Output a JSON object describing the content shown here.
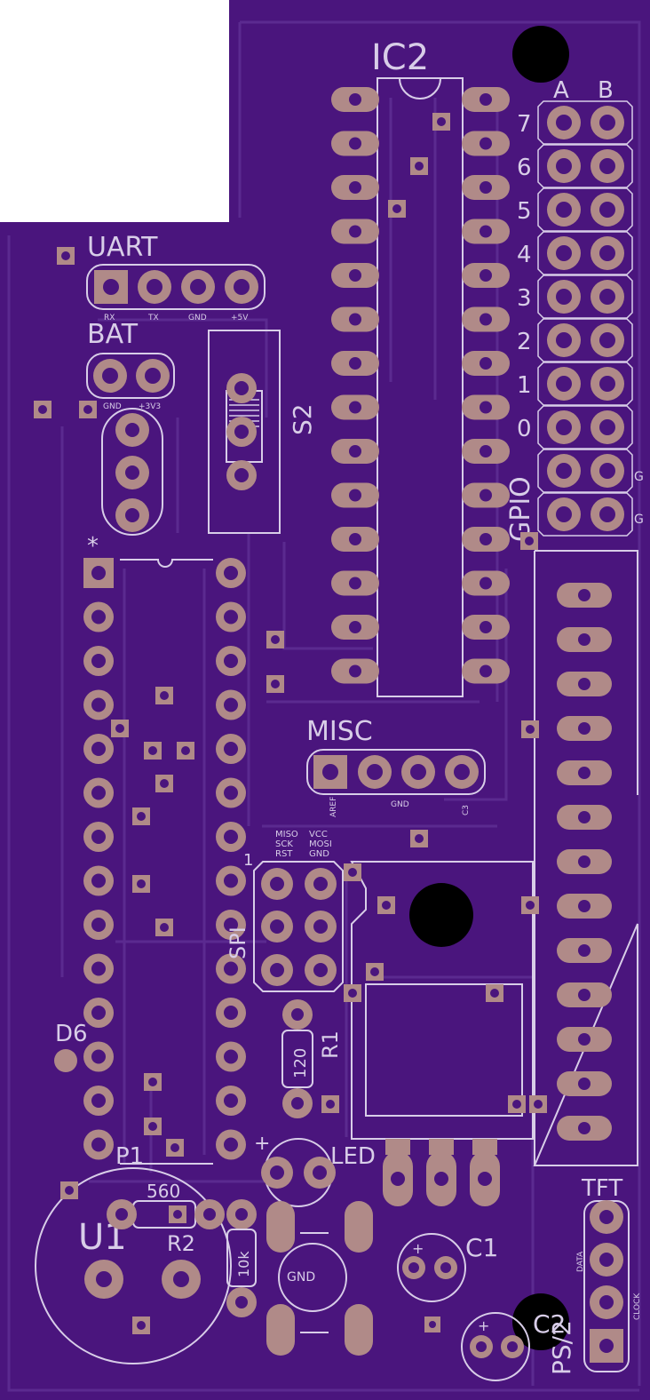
{
  "colors": {
    "board": "#4a157d",
    "board_dark": "#3c0f68",
    "trace": "#5a2a8e",
    "silk": "#d8cde8",
    "pad": "#b08a88",
    "hole": "#000000",
    "background": "#ffffff"
  },
  "labels": {
    "ic2": "IC2",
    "uart": "UART",
    "uart_pins": [
      "RX",
      "TX",
      "GND",
      "+5V"
    ],
    "bat": "BAT",
    "bat_pins": [
      "GND",
      "+3V3"
    ],
    "s2": "S2",
    "gpio": "GPIO",
    "col_a": "A",
    "col_b": "B",
    "gpio_rows": [
      "7",
      "6",
      "5",
      "4",
      "3",
      "2",
      "1",
      "0"
    ],
    "g": "G",
    "misc": "MISC",
    "misc_pins": [
      "AREF",
      "GND",
      "C3"
    ],
    "spi_top": [
      "MISO",
      "VCC"
    ],
    "spi_mid": [
      "SCK",
      "MOSI"
    ],
    "spi_bot": [
      "RST",
      "GND"
    ],
    "spi": "SPI",
    "pin1": "1",
    "star": "*",
    "d6": "D6",
    "r1": "R1",
    "r1_val": "120",
    "led": "LED",
    "plus": "+",
    "r2": "R2",
    "r2_val": "560",
    "u1": "U1",
    "r_small_val": "10k",
    "c1": "C1",
    "c2": "C2",
    "gnd": "GND",
    "tft": "TFT",
    "ps2": "PS/2",
    "data": "DATA",
    "clock": "CLOCK"
  }
}
